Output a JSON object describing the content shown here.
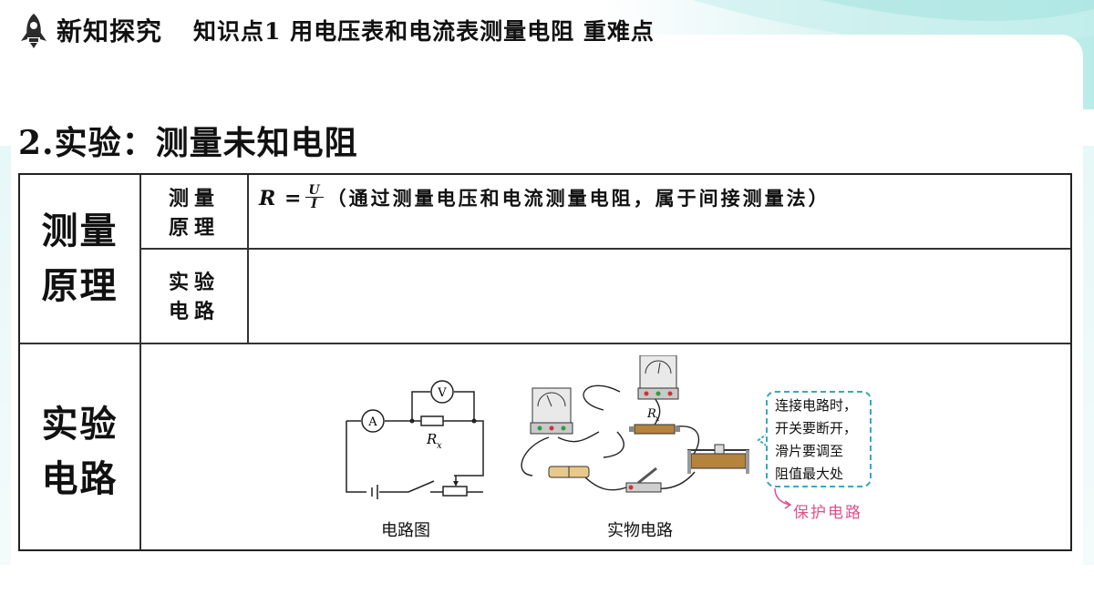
{
  "header": {
    "section": "新知探究",
    "topic": "知识点1  用电压表和电流表测量电阻  重难点"
  },
  "title": "2.实验：测量未知电阻",
  "table": {
    "row1_label": [
      "测量",
      "原理"
    ],
    "row2_label": [
      "实验",
      "电路"
    ],
    "sub1_label": [
      "测量",
      "原理"
    ],
    "sub2_label": [
      "实验",
      "电路"
    ],
    "formula_lhs": "R =",
    "formula_num": "U",
    "formula_den": "I",
    "principle_text": "（通过测量电压和电流测量电阻，属于间接测量法）"
  },
  "circuit": {
    "ammeter": "A",
    "voltmeter": "V",
    "resistor_label": "R",
    "resistor_sub": "x",
    "caption": "电路图"
  },
  "physical": {
    "resistor_label": "R",
    "resistor_sub": "x",
    "caption": "实物电路"
  },
  "callout": {
    "lines": [
      "连接电路时，",
      "开关要断开，",
      "滑片要调至",
      "阻值最大处"
    ],
    "note": "保护电路"
  },
  "colors": {
    "accent": "#3aa6c4",
    "note": "#e0508a",
    "bg_teal": "#b9ece9"
  }
}
